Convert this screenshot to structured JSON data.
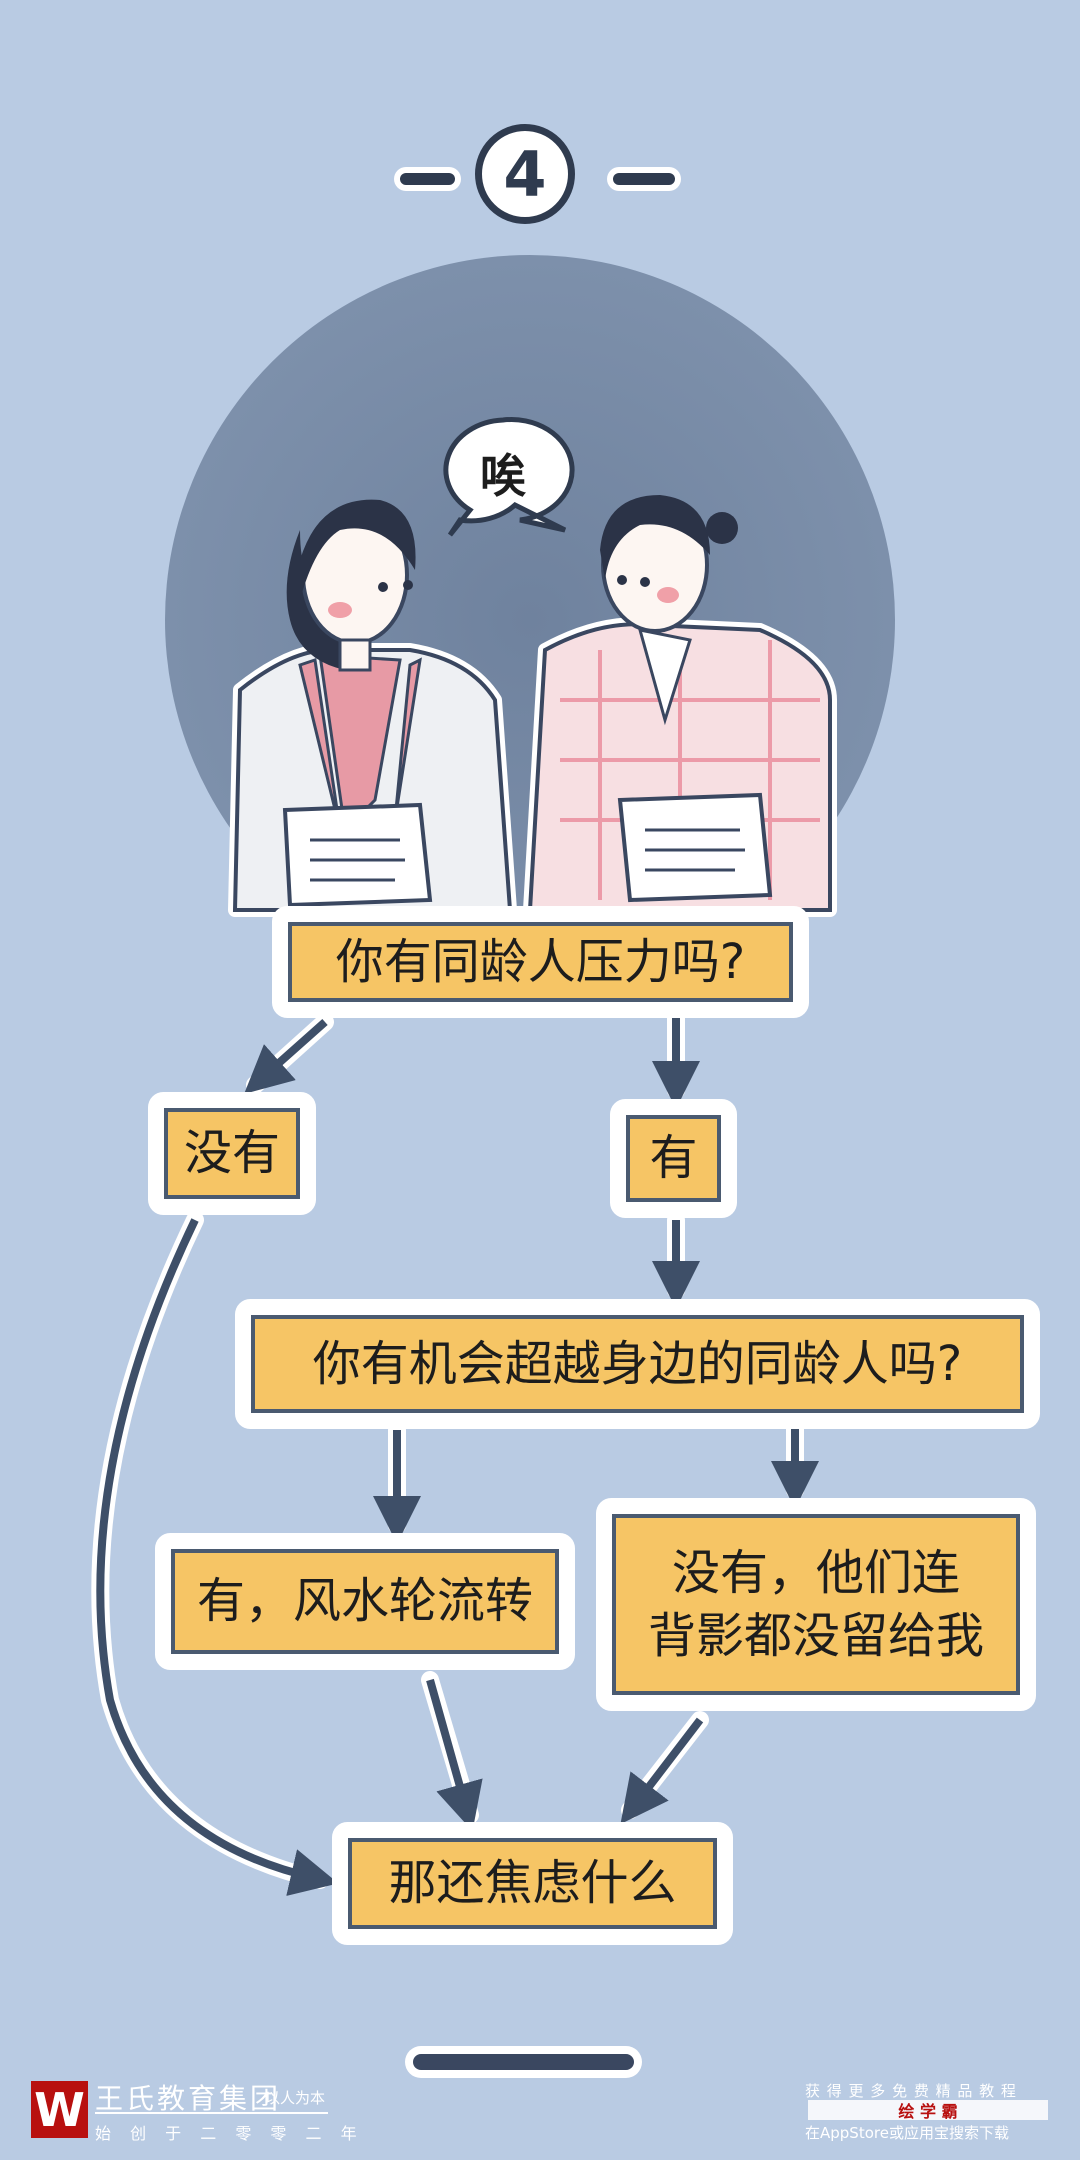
{
  "header": {
    "number": "4"
  },
  "speech": "唉",
  "flow": {
    "q1": "你有同龄人压力吗?",
    "no": "没有",
    "yes": "有",
    "q2": "你有机会超越身边的同龄人吗?",
    "yes2": "有，风水轮流转",
    "no2_line1": "没有，他们连",
    "no2_line2": "背影都没留给我",
    "end": "那还焦虑什么"
  },
  "footer": {
    "brand": "王氏教育集团",
    "slogan": "以人为本",
    "founded": "始 创 于 二 零 零 二 年",
    "promo": "获 得 更 多 免 费 精 品 教 程",
    "app": "绘 学 霸",
    "download": "在AppStore或应用宝搜索下载"
  },
  "colors": {
    "bg": "#b9cbe3",
    "box": "#f6c565",
    "line": "#3e4f68",
    "logo": "#b8100f"
  }
}
